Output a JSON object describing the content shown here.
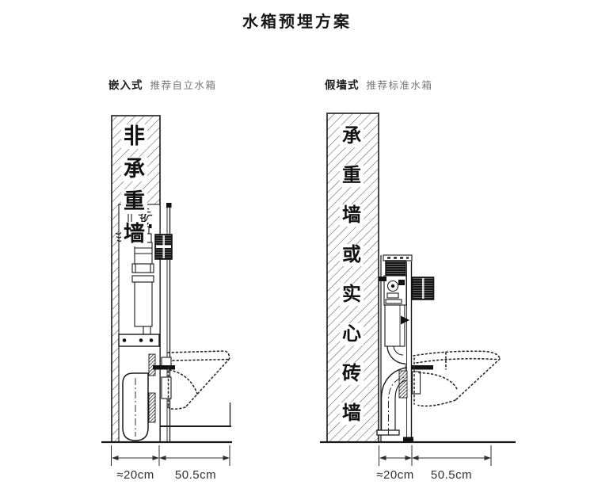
{
  "title": "水箱预埋方案",
  "figures": [
    {
      "label": "嵌入式",
      "sublabel": "推荐自立水箱",
      "wall_label": "非承重墙",
      "dimensions": {
        "recess_depth": "≈20cm",
        "install_width": "50.5cm"
      }
    },
    {
      "label": "假墙式",
      "sublabel": "推荐标准水箱",
      "wall_label": "承重墙或实心砖墙",
      "dimensions": {
        "recess_depth": "≈20cm",
        "install_width": "50.5cm"
      }
    }
  ],
  "colors": {
    "line": "#1a1a1a",
    "hatch": "#4d4d4d",
    "dark_panel": "#161616",
    "text": "#1c1c1c",
    "muted_text": "#777777",
    "dimension_text": "#303030",
    "background": "#ffffff"
  }
}
